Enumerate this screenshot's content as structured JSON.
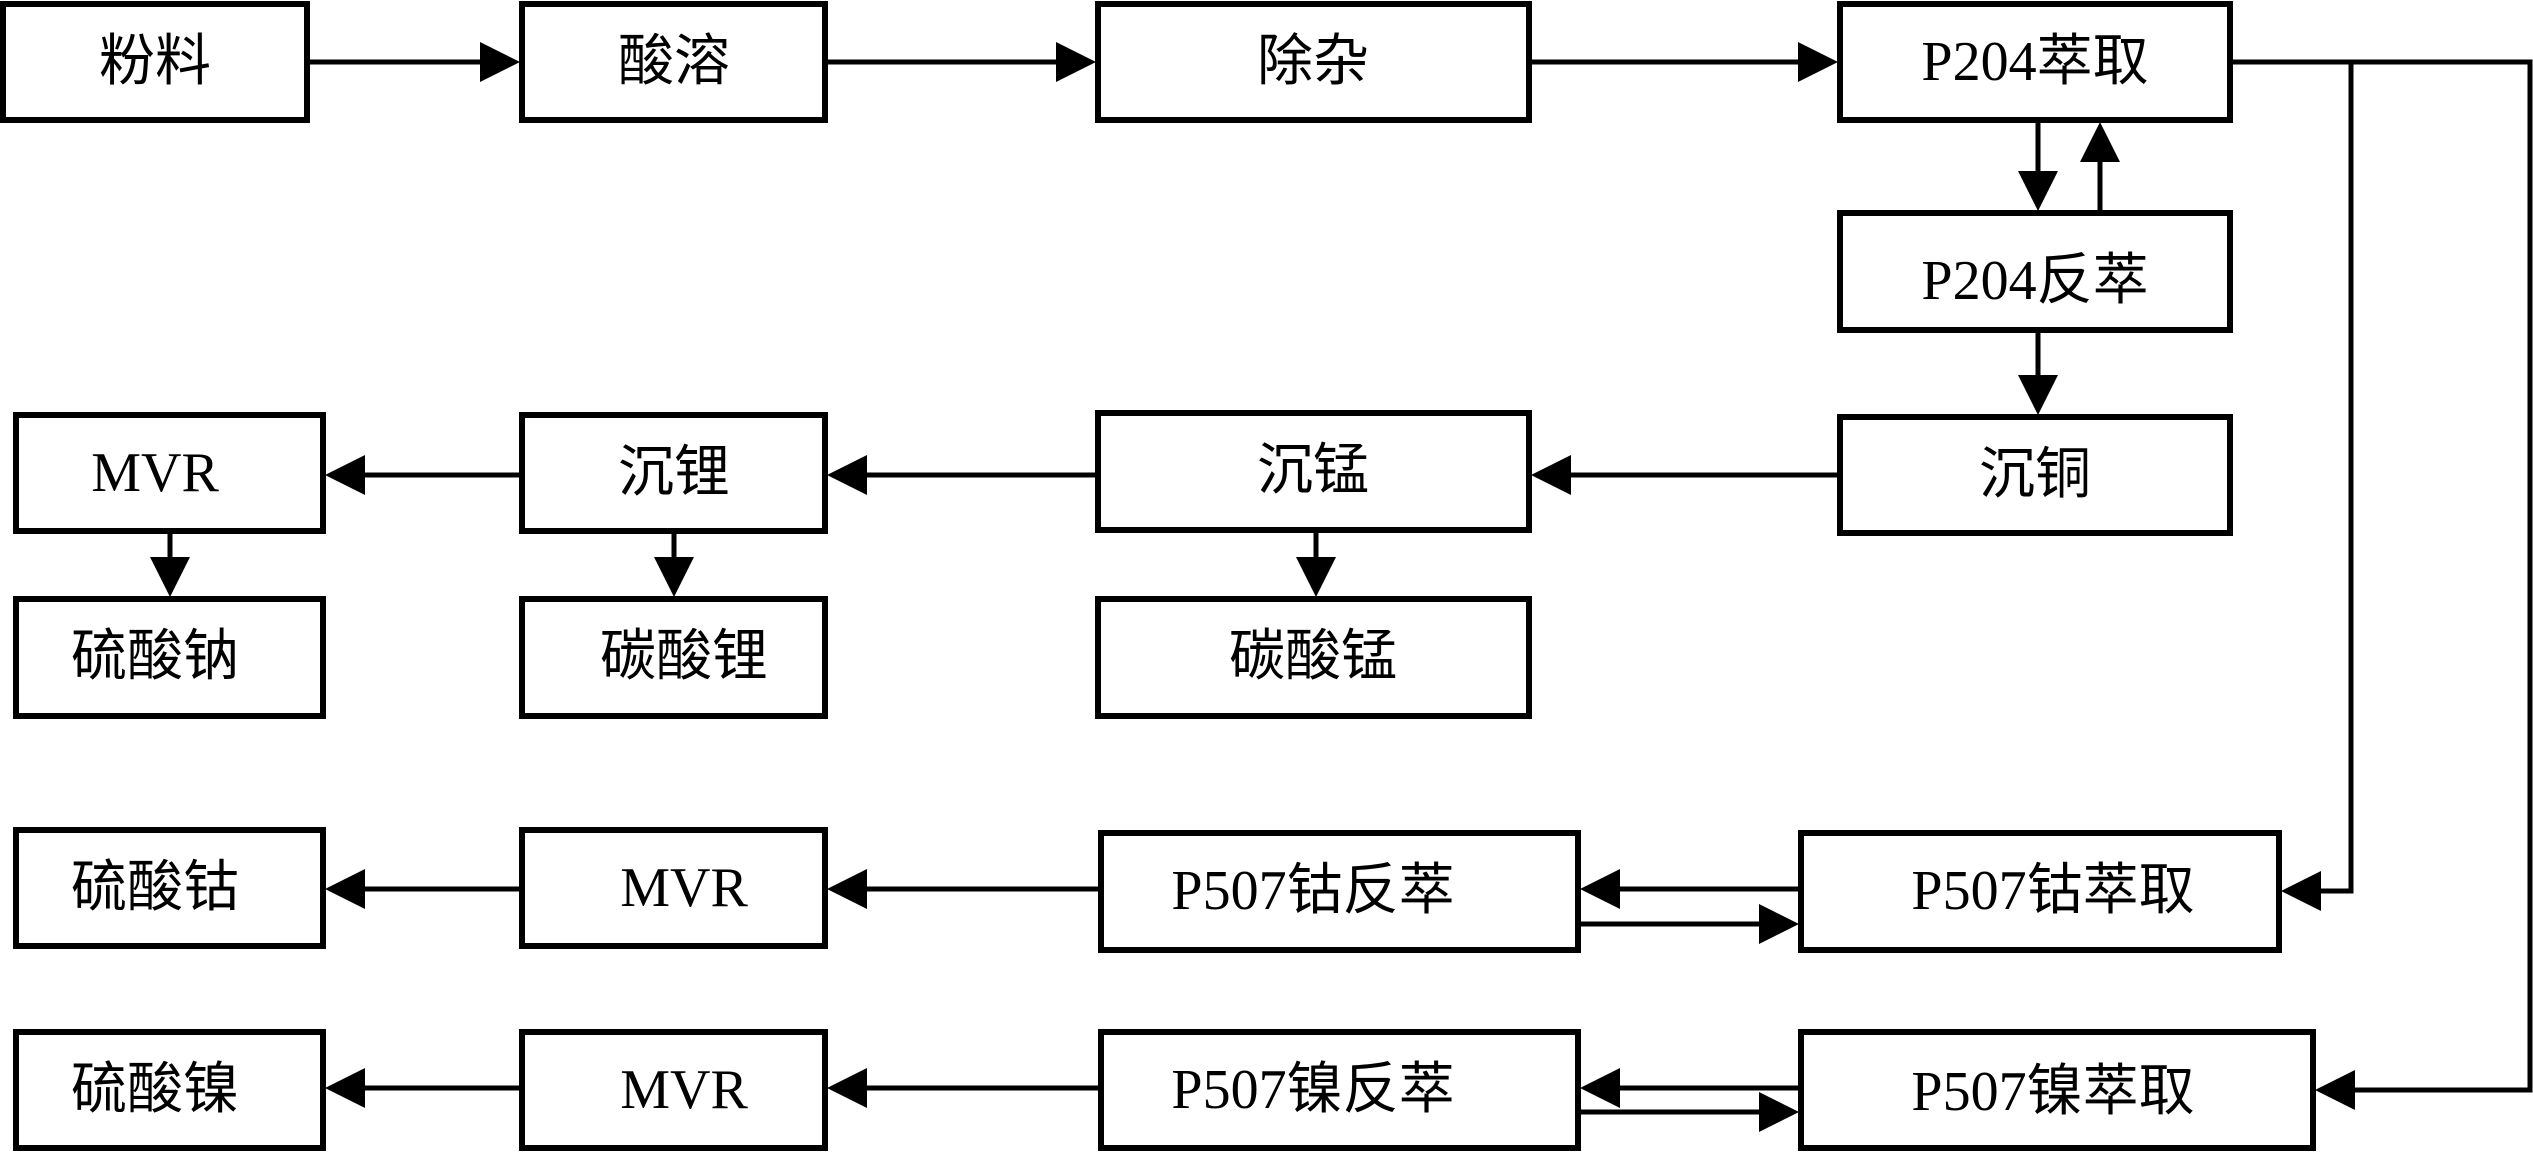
{
  "diagram": {
    "nodes": {
      "powder": "粉料",
      "acid_leach": "酸溶",
      "impurity_removal": "除杂",
      "p204_extraction": "P204萃取",
      "p204_stripping": "P204反萃",
      "copper_precip": "沉铜",
      "manganese_precip": "沉锰",
      "lithium_precip": "沉锂",
      "mvr_1": "MVR",
      "sodium_sulfate": "硫酸钠",
      "lithium_carbonate": "碳酸锂",
      "manganese_carbonate": "碳酸锰",
      "cobalt_sulfate": "硫酸钴",
      "mvr_2": "MVR",
      "p507_cobalt_stripping": "P507钴反萃",
      "p507_cobalt_extraction": "P507钴萃取",
      "nickel_sulfate": "硫酸镍",
      "mvr_3": "MVR",
      "p507_nickel_stripping": "P507镍反萃",
      "p507_nickel_extraction": "P507镍萃取"
    },
    "edges": [
      [
        "powder",
        "acid_leach"
      ],
      [
        "acid_leach",
        "impurity_removal"
      ],
      [
        "impurity_removal",
        "p204_extraction"
      ],
      [
        "p204_extraction",
        "p204_stripping"
      ],
      [
        "p204_stripping",
        "p204_extraction"
      ],
      [
        "p204_stripping",
        "copper_precip"
      ],
      [
        "copper_precip",
        "manganese_precip"
      ],
      [
        "manganese_precip",
        "lithium_precip"
      ],
      [
        "manganese_precip",
        "manganese_carbonate"
      ],
      [
        "lithium_precip",
        "mvr_1"
      ],
      [
        "lithium_precip",
        "lithium_carbonate"
      ],
      [
        "mvr_1",
        "sodium_sulfate"
      ],
      [
        "p204_extraction",
        "p507_cobalt_extraction"
      ],
      [
        "p204_extraction",
        "p507_nickel_extraction"
      ],
      [
        "p507_cobalt_extraction",
        "p507_cobalt_stripping"
      ],
      [
        "p507_cobalt_stripping",
        "p507_cobalt_extraction"
      ],
      [
        "p507_cobalt_stripping",
        "mvr_2"
      ],
      [
        "mvr_2",
        "cobalt_sulfate"
      ],
      [
        "p507_nickel_extraction",
        "p507_nickel_stripping"
      ],
      [
        "p507_nickel_stripping",
        "p507_nickel_extraction"
      ],
      [
        "p507_nickel_stripping",
        "mvr_3"
      ],
      [
        "mvr_3",
        "nickel_sulfate"
      ]
    ]
  }
}
